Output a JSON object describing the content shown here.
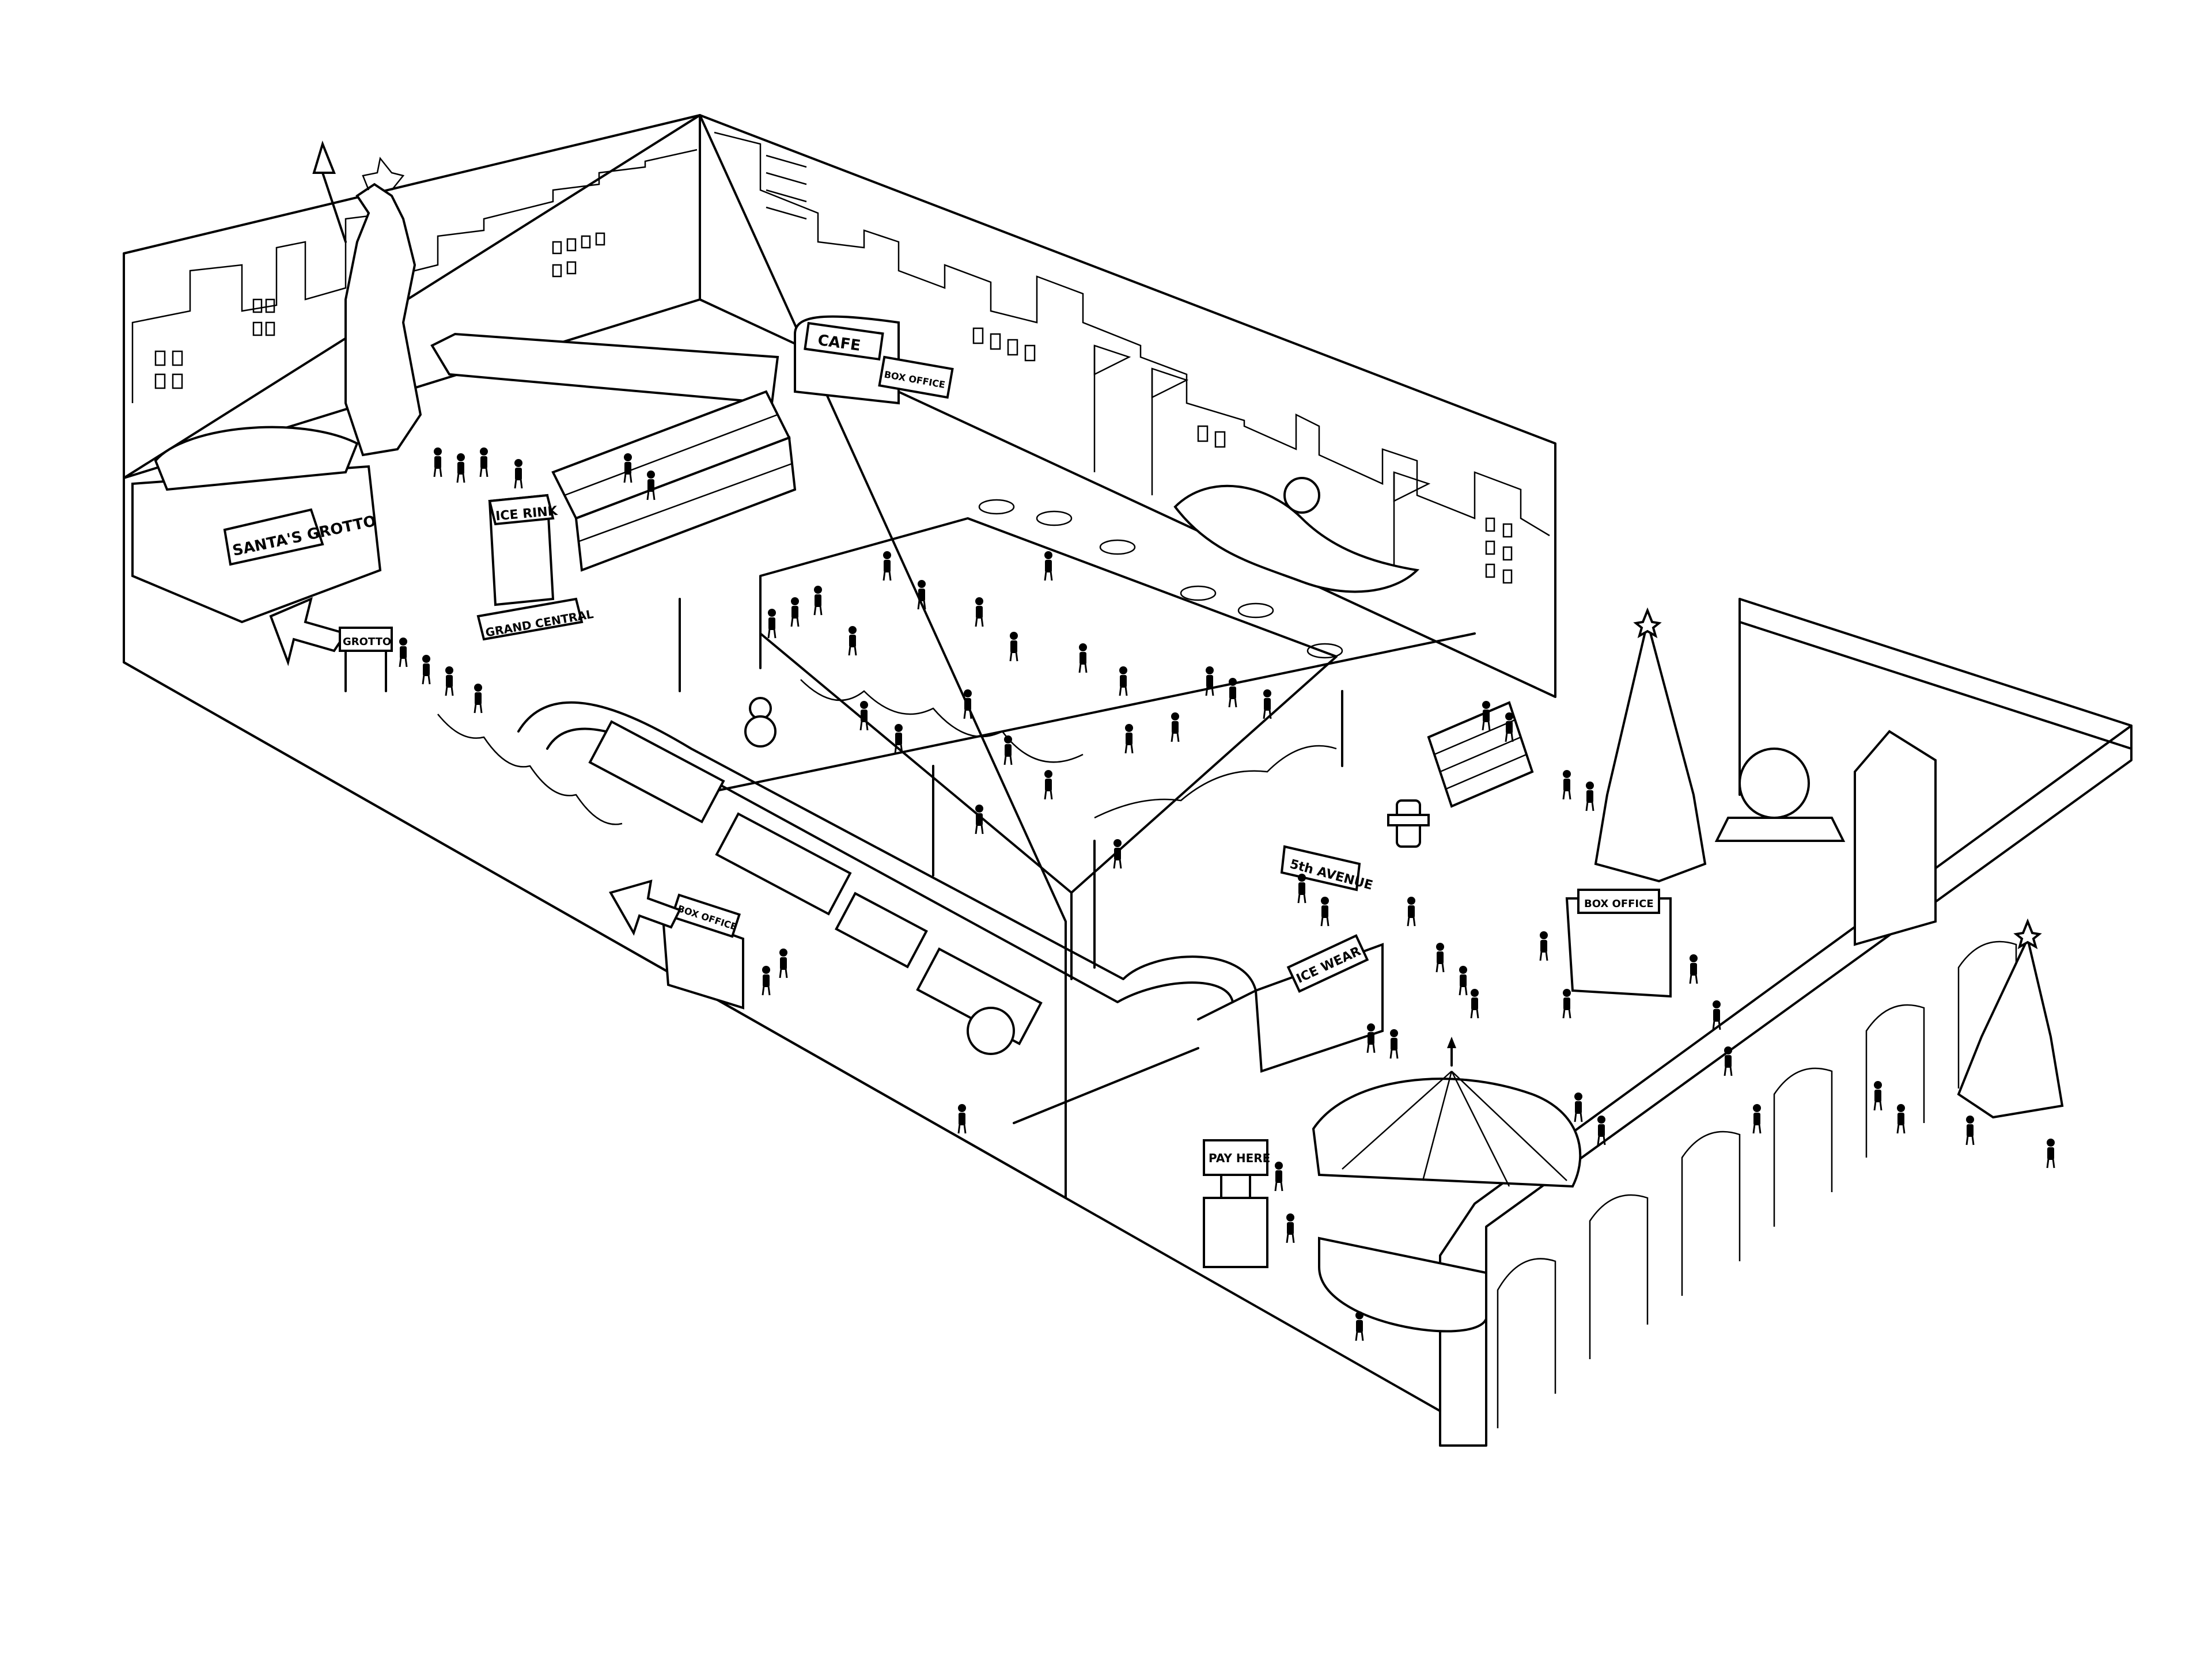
{
  "signs": {
    "santas_grotto": "SANTA'S GROTTO",
    "ice_rink": "ICE RINK",
    "grand_central": "GRAND CENTRAL",
    "grotto_small": "GROTTO",
    "cafe": "CAFE",
    "box_office_back": "BOX OFFICE",
    "box_office_left": "BOX OFFICE",
    "box_office_right": "BOX OFFICE",
    "fifth_avenue": "5th AVENUE",
    "ice_wear": "ICE WEAR",
    "pay_here": "PAY HERE"
  },
  "colors": {
    "ink": "#000000",
    "paper": "#ffffff"
  }
}
